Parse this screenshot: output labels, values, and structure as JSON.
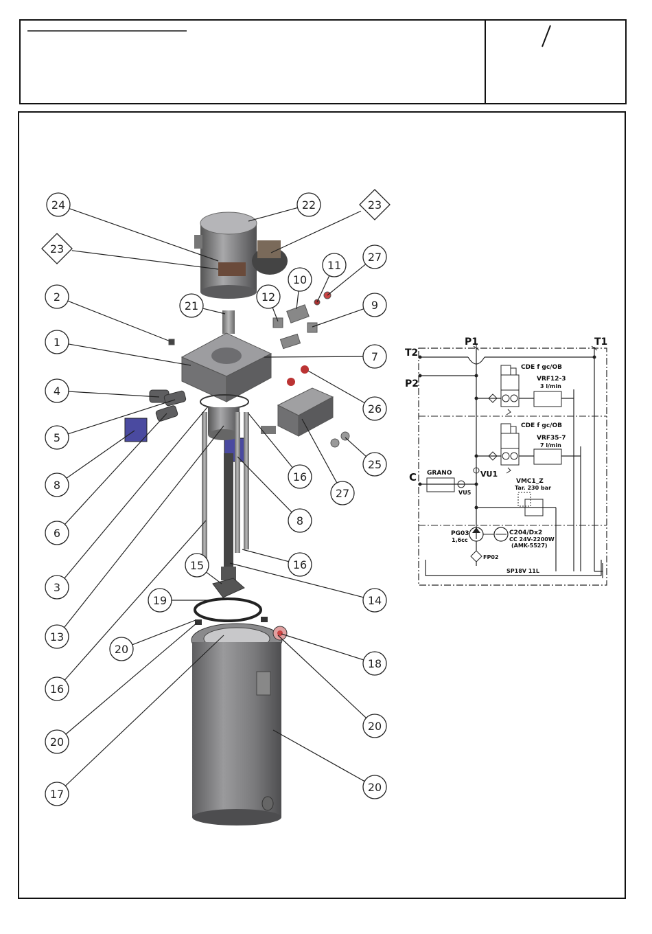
{
  "header": {
    "title": "",
    "sheet": "/"
  },
  "callouts": [
    "24",
    "22",
    "23",
    "23",
    "27",
    "11",
    "10",
    "12",
    "2",
    "21",
    "9",
    "1",
    "7",
    "4",
    "26",
    "5",
    "25",
    "8",
    "16",
    "27",
    "6",
    "8",
    "3",
    "16",
    "15",
    "14",
    "13",
    "19",
    "20",
    "18",
    "16",
    "20",
    "20",
    "17",
    "20"
  ],
  "hydraulic": {
    "ports": {
      "p1": "P1",
      "t1": "T1",
      "t2": "T2",
      "p2": "P2",
      "c": "C"
    },
    "valve1": {
      "coil": "CDE f gc/OB",
      "name": "VRF12-3",
      "flow": "3 l/min"
    },
    "valve2": {
      "coil": "CDE f gc/OB",
      "name": "VRF35-7",
      "flow": "7 l/min"
    },
    "grano": "GRANO",
    "vu1": "VU1",
    "vu5": "VU5",
    "vmc": {
      "name": "VMC1_Z",
      "setting": "Tar. 230 bar"
    },
    "pump": {
      "name": "PG03",
      "displacement": "1,6cc"
    },
    "motor": {
      "name": "C204/Dx2",
      "spec": "CC 24V-2200W",
      "code": "(AMK-5527)"
    },
    "filter": "FP02",
    "unit": "SP18V 11L"
  }
}
